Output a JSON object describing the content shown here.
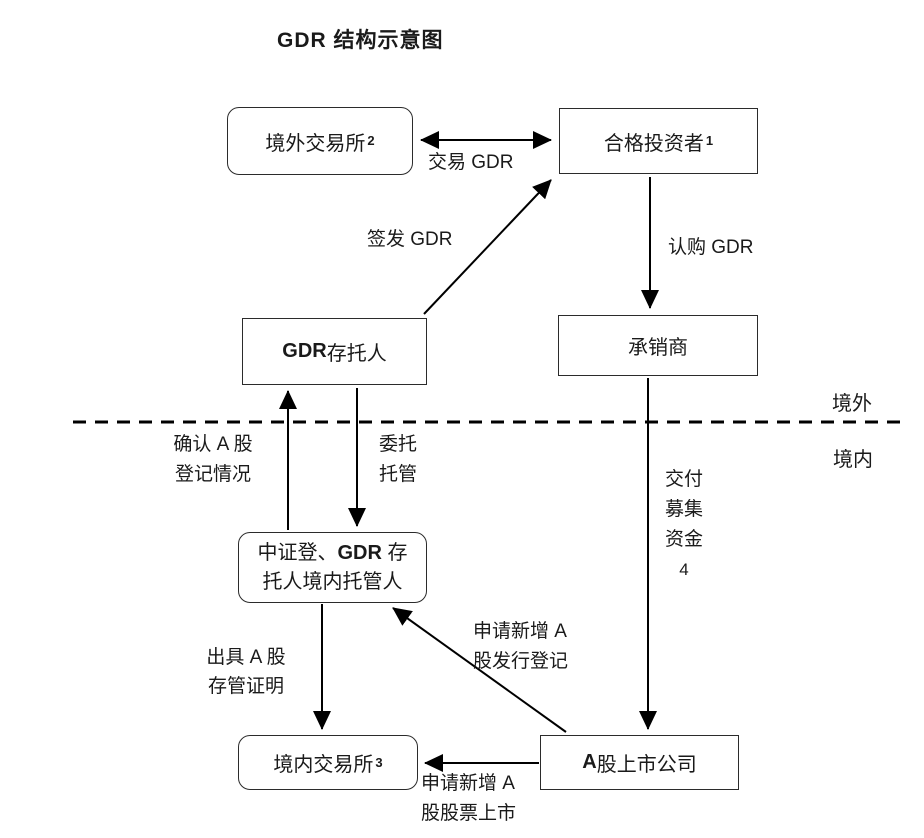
{
  "title": "GDR 结构示意图",
  "regions": {
    "overseas": "境外",
    "domestic": "境内"
  },
  "boxes": {
    "overseas_exchange": {
      "text": "境外交易所",
      "sup": "2"
    },
    "qualified_investor": {
      "text": "合格投资者",
      "sup": "1"
    },
    "gdr_depositary": {
      "bold": "GDR",
      "text": " 存托人"
    },
    "underwriter": {
      "text": "承销商"
    },
    "csdc_custodian": {
      "line1_pre": "中证登、",
      "line1_bold": "GDR",
      "line1_post": " 存",
      "line2": "托人境内托管人"
    },
    "domestic_exchange": {
      "text": "境内交易所",
      "sup": "3"
    },
    "a_share_company": {
      "bold": "A",
      "text": " 股上市公司"
    }
  },
  "edges": {
    "trade_gdr": "交易 GDR",
    "issue_gdr": "签发 GDR",
    "subscribe_gdr": "认购 GDR",
    "confirm_registration": {
      "line1": "确认 A 股",
      "line2": "登记情况"
    },
    "entrust_custody": {
      "line1": "委托",
      "line2": "托管"
    },
    "deliver_funds": {
      "line1": "交付",
      "line2": "募集",
      "line3": "资金",
      "note": "4"
    },
    "issue_certificate": {
      "line1": "出具 A 股",
      "line2": "存管证明"
    },
    "apply_registration": {
      "line1": "申请新增 A",
      "line2": "股发行登记"
    },
    "apply_listing": {
      "line1": "申请新增 A",
      "line2": "股股票上市"
    }
  },
  "colors": {
    "line": "#000000",
    "box_border": "#2b2b2b",
    "background": "#ffffff",
    "text": "#1a1a1a"
  }
}
